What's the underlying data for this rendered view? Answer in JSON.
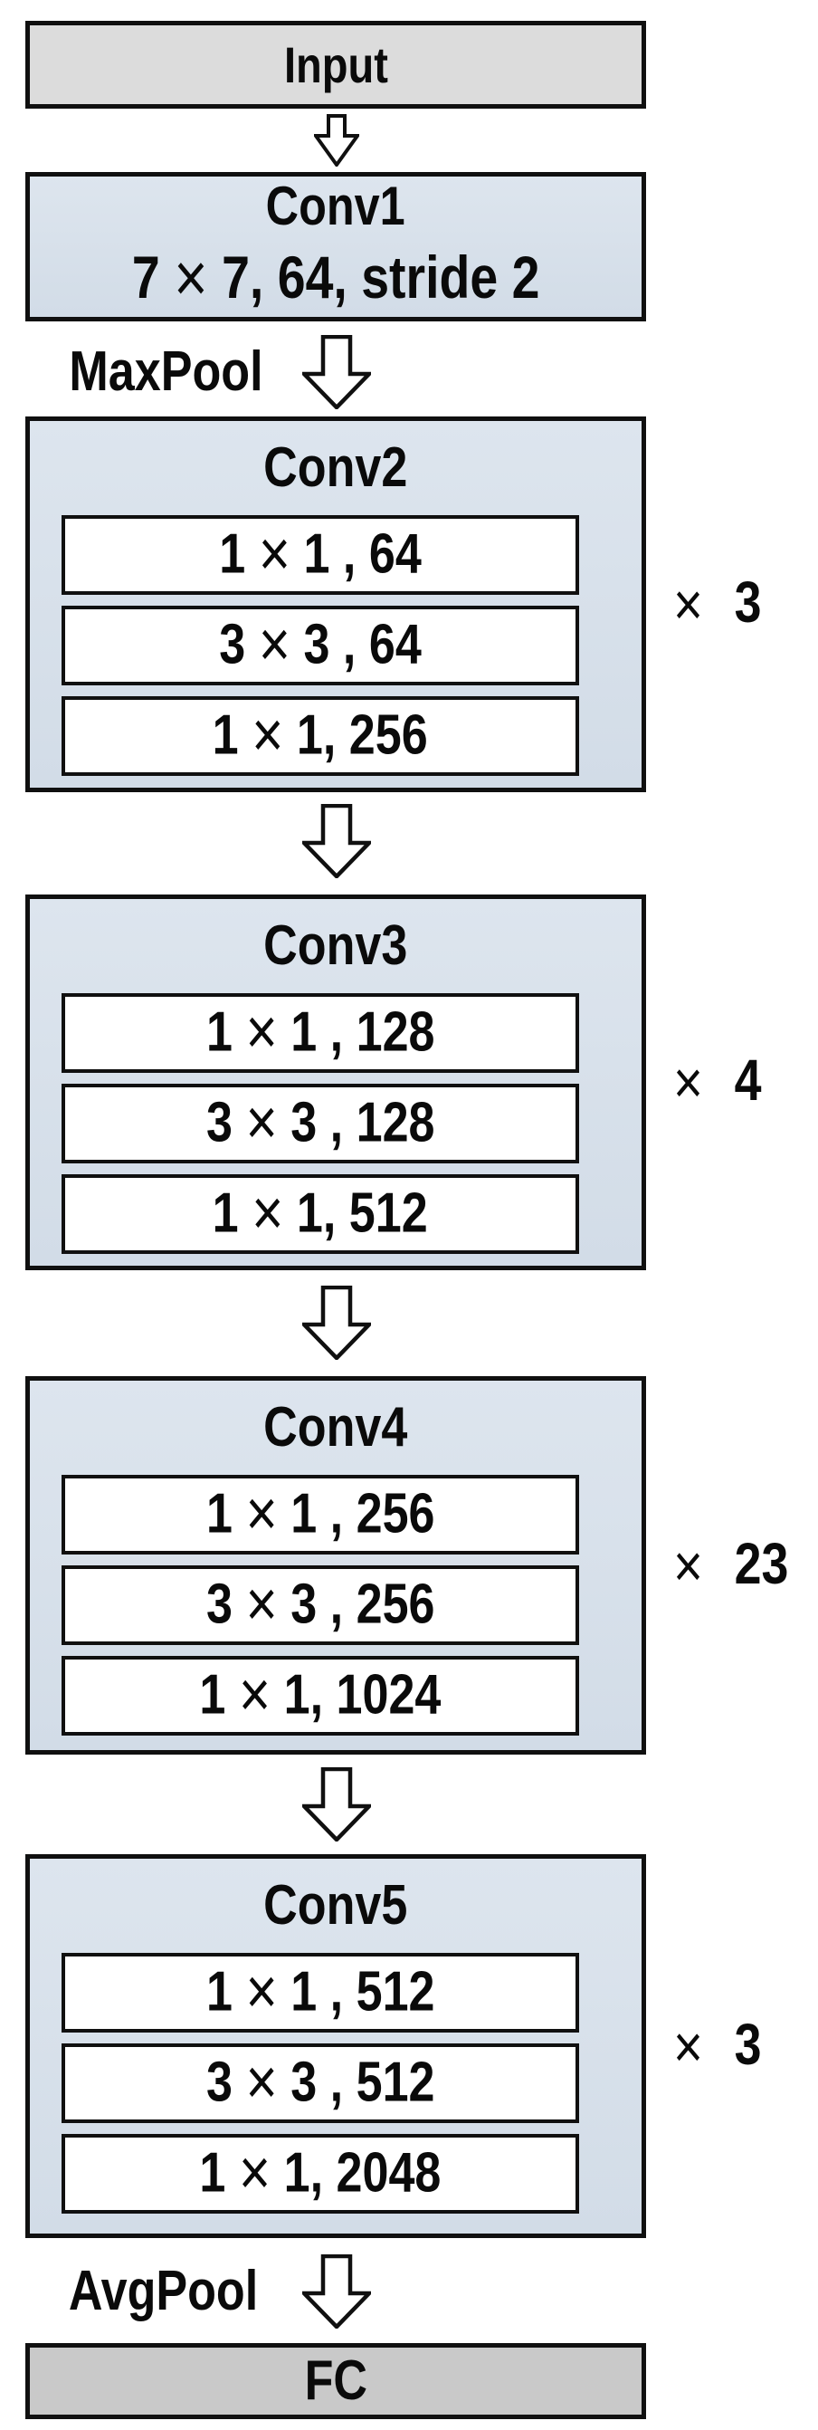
{
  "figure": {
    "input_label": "Input",
    "conv1": {
      "title": "Conv1",
      "spec": "7 × 7, 64, stride 2"
    },
    "maxpool_label": "MaxPool",
    "avgpool_label": "AvgPool",
    "fc_label": "FC",
    "blocks": [
      {
        "title": "Conv2",
        "rows": [
          "1 × 1 , 64",
          "3 × 3 , 64",
          "1 × 1, 256"
        ],
        "repeat": "× 3"
      },
      {
        "title": "Conv3",
        "rows": [
          "1 × 1 , 128",
          "3 × 3 , 128",
          "1 × 1, 512"
        ],
        "repeat": "× 4"
      },
      {
        "title": "Conv4",
        "rows": [
          "1 × 1 , 256",
          "3 × 3 , 256",
          "1 × 1, 1024"
        ],
        "repeat": "× 23"
      },
      {
        "title": "Conv5",
        "rows": [
          "1 × 1 , 512",
          "3 × 3 , 512",
          "1 × 1, 2048"
        ],
        "repeat": "× 3"
      }
    ],
    "colors": {
      "input_fill": "#dcdcdc",
      "conv_fill_top": "#dde5ee",
      "conv_fill_bottom": "#d2dce7",
      "inner_fill": "#ffffff",
      "fc_fill": "#c9c9c9",
      "border": "#101010",
      "text": "#0a0a0a"
    }
  }
}
